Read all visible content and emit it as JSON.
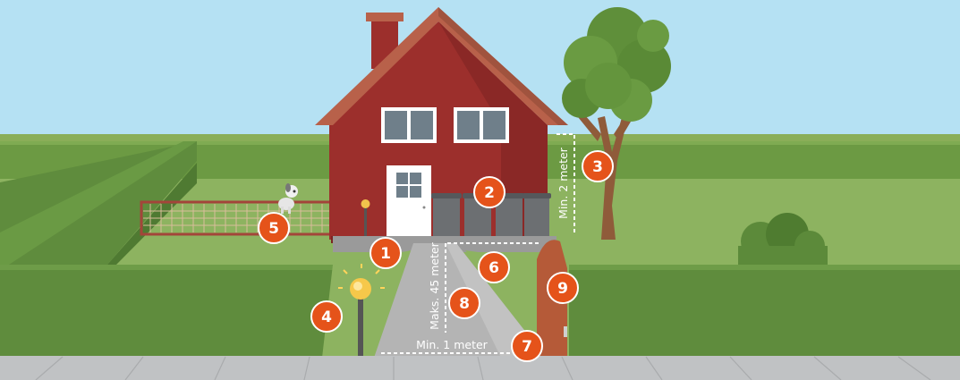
{
  "markers": [
    {
      "number": "1"
    },
    {
      "number": "2"
    },
    {
      "number": "3"
    },
    {
      "number": "4"
    },
    {
      "number": "5"
    },
    {
      "number": "6"
    },
    {
      "number": "7"
    },
    {
      "number": "8"
    },
    {
      "number": "9"
    }
  ],
  "measurements": {
    "tree_distance": "Min. 2 meter",
    "path_length": "Maks. 45 meter",
    "path_width": "Min. 1 meter"
  },
  "colors": {
    "sky": "#b5e1f3",
    "house": "#9c2f2c",
    "roof": "#b8614a",
    "marker": "#e5531a",
    "hedge": "#5f8c3d",
    "lawn": "#8db360"
  }
}
